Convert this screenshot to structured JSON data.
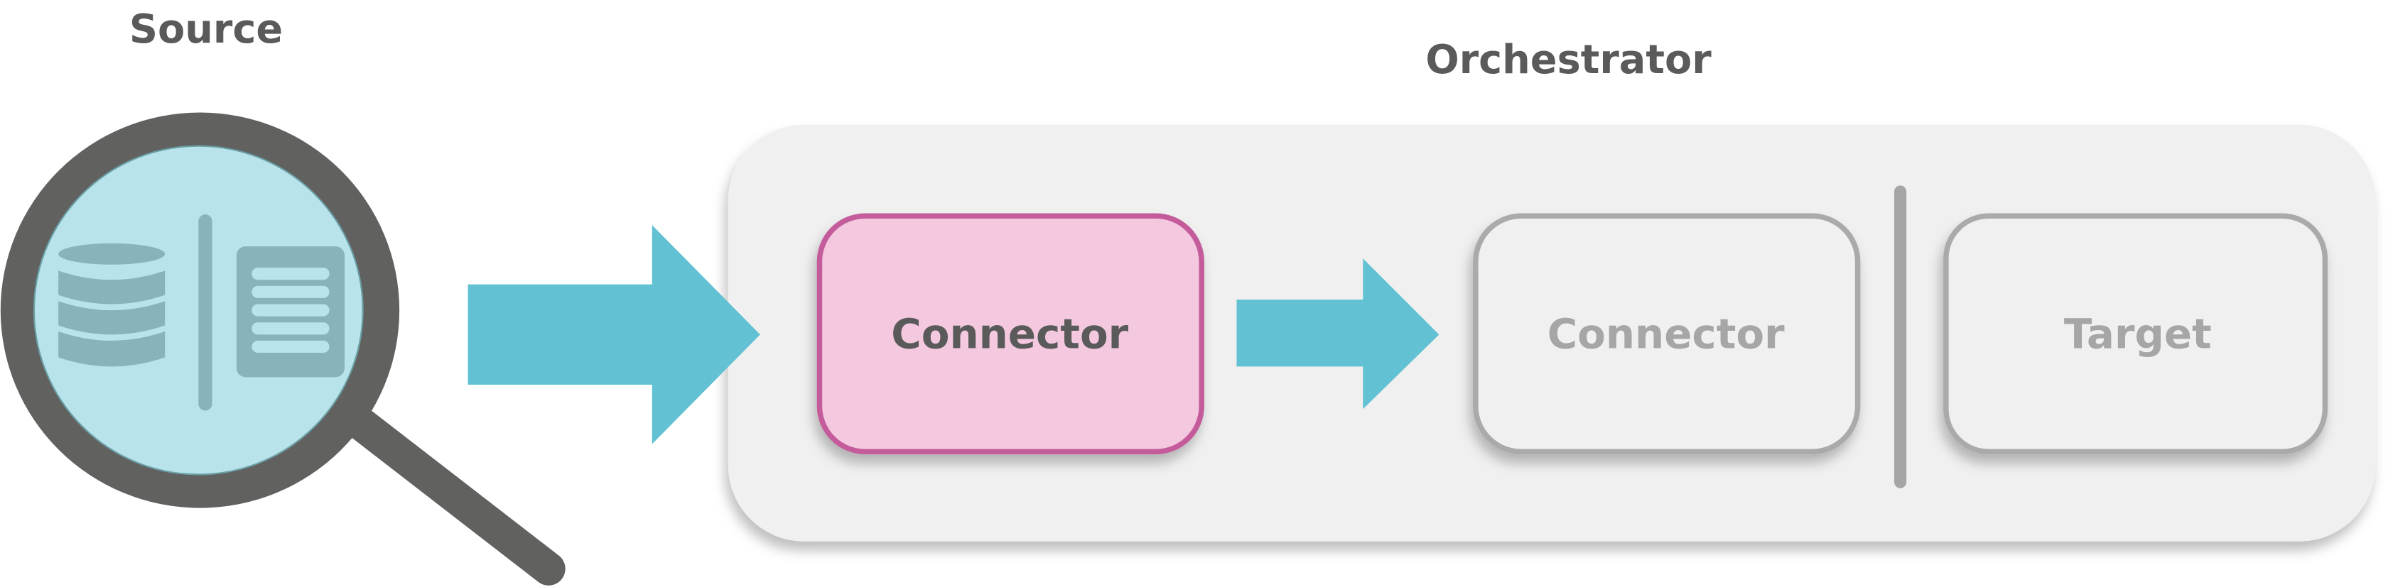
{
  "source": {
    "title": "Source"
  },
  "orchestrator": {
    "title": "Orchestrator",
    "active_connector": {
      "label": "Connector"
    },
    "next_connector": {
      "label": "Connector"
    },
    "target": {
      "label": "Target"
    }
  },
  "colors": {
    "arrow": "#62c1d2",
    "active_fill": "#f4c9e0",
    "active_stroke": "#c45c9c",
    "inactive_stroke": "#aaaaaa",
    "text_dark": "#5a5a5a",
    "text_muted": "#a6a6a6",
    "panel": "#f0f0f0",
    "magnifier": "#616160",
    "lens": "#b9e3ea",
    "icon": "#89b3ba"
  }
}
